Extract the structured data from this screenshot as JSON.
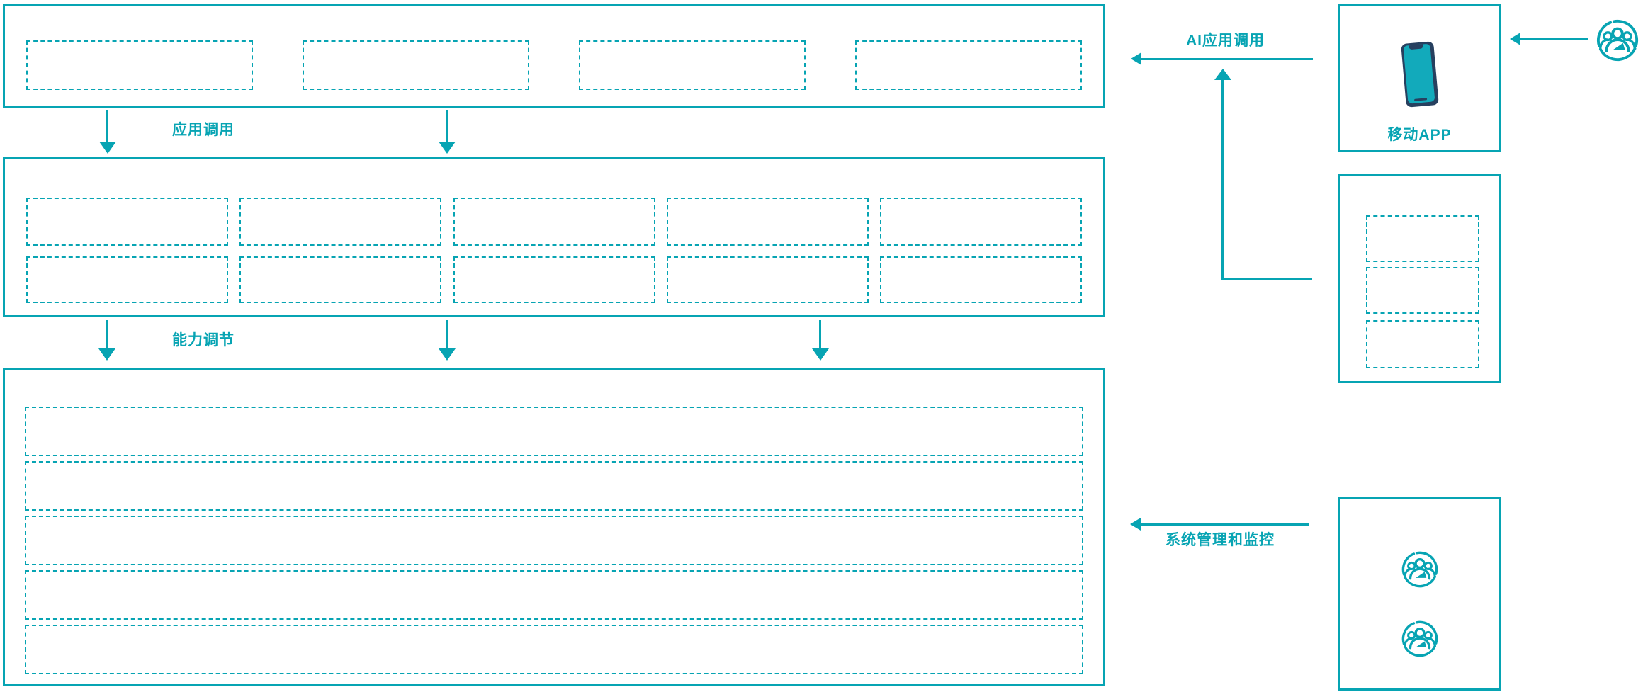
{
  "colors": {
    "teal": "#07a4b3",
    "phone_frame": "#27405f",
    "phone_screen": "#12aabb"
  },
  "connectors": {
    "app_call": "应用调用",
    "capability": "能力调节",
    "ai_app_call": "AI应用调用",
    "system_monitor": "系统管理和监控"
  },
  "right_panel": {
    "mobile_app": "移动APP"
  },
  "structure": {
    "top_layer_placeholders": 4,
    "middle_layer_rows": 2,
    "middle_layer_cols": 5,
    "bottom_layer_rows": 5,
    "side_panel_placeholders": 3,
    "admin_user_icons": 2,
    "end_user_icons": 1
  }
}
